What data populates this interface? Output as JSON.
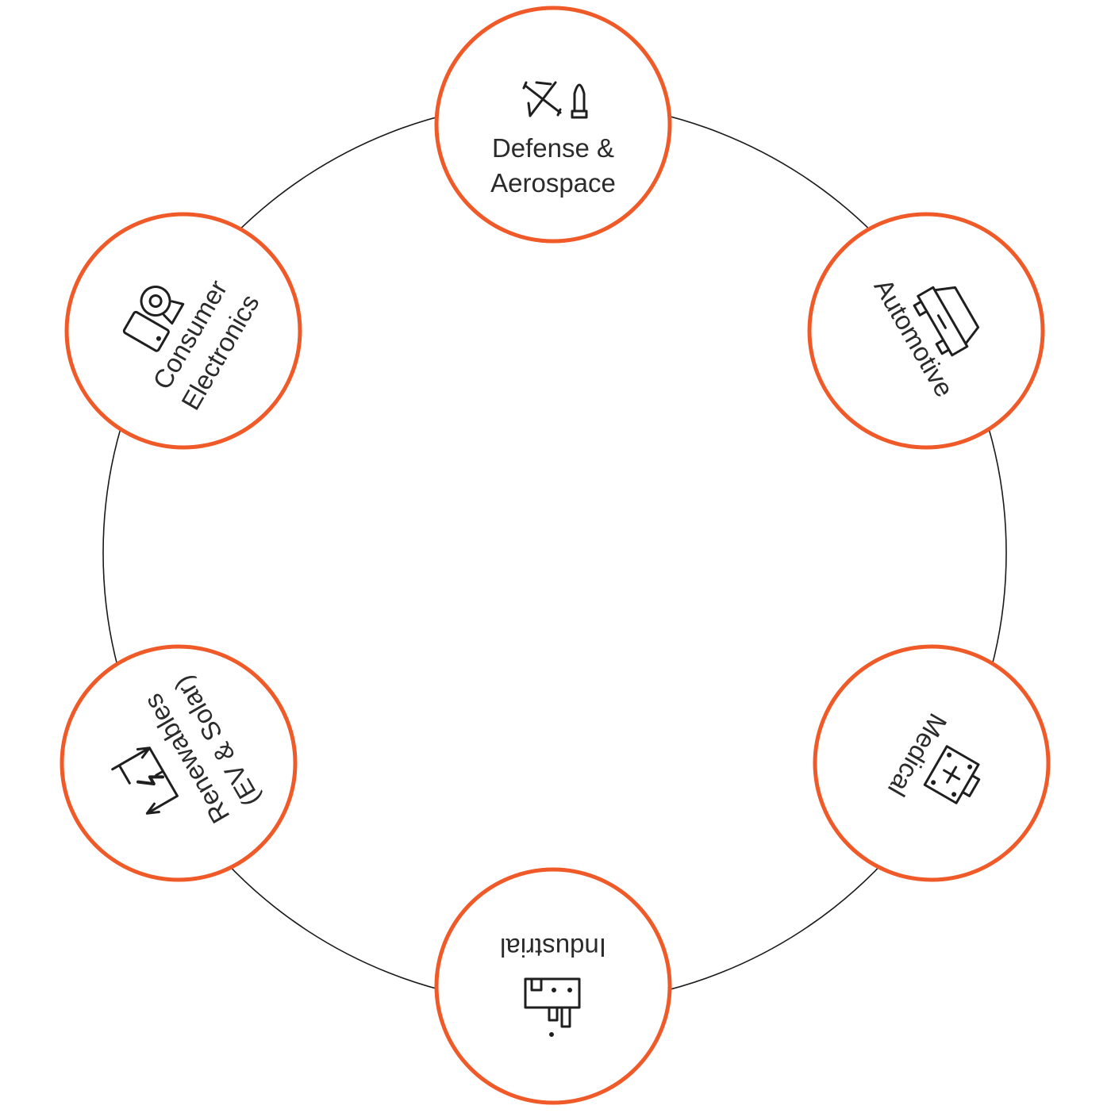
{
  "diagram": {
    "colors": {
      "ring": "#1a1a1a",
      "node_border": "#f05a28",
      "node_fill": "#ffffff",
      "label_text": "#2b2b2b",
      "icon": "#1f1f1f"
    },
    "nodes": [
      {
        "id": "defense",
        "label_lines": [
          "Defense &",
          "Aerospace"
        ],
        "icon": "plane-and-bullet-icon"
      },
      {
        "id": "automotive",
        "label_lines": [
          "Automotive"
        ],
        "icon": "car-front-icon"
      },
      {
        "id": "medical",
        "label_lines": [
          "Medical"
        ],
        "icon": "medical-kit-icon"
      },
      {
        "id": "industrial",
        "label_lines": [
          "Industrial"
        ],
        "icon": "factory-icon"
      },
      {
        "id": "renewables",
        "label_lines": [
          "Renewables",
          "(EV & Solar)"
        ],
        "icon": "battery-charge-cycle-icon"
      },
      {
        "id": "consumer",
        "label_lines": [
          "Consumer",
          "Electronics"
        ],
        "icon": "phone-and-webcam-icon"
      }
    ]
  }
}
